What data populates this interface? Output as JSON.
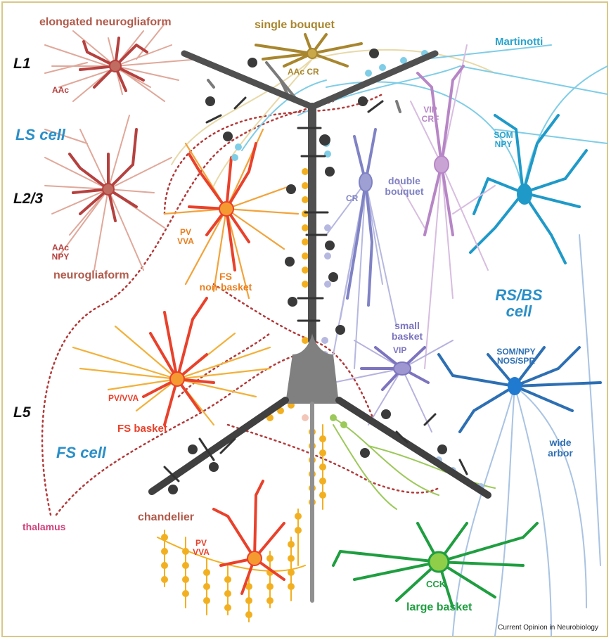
{
  "layers": {
    "l1": "L1",
    "l23": "L2/3",
    "l5": "L5"
  },
  "cell_classes": {
    "ls": "LS cell",
    "fs": "FS cell",
    "rsbs_line1": "RS/BS",
    "rsbs_line2": "cell"
  },
  "labels": {
    "elongated_neurogliaform": "elongated neurogliaform",
    "aac_top": "AAc",
    "single_bouquet": "single bouquet",
    "aac_cr": "AAc CR",
    "martinotti": "Martinotti",
    "vip_crf_1": "VIP",
    "vip_crf_2": "CRF",
    "som_npy_1": "SOM",
    "som_npy_2": "NPY",
    "double_bouquet_1": "double",
    "double_bouquet_2": "bouquet",
    "cr": "CR",
    "pv_vva_1": "PV",
    "pv_vva_2": "VVA",
    "fs_nonbasket_1": "FS",
    "fs_nonbasket_2": "non-basket",
    "aac_npy_1": "AAc",
    "aac_npy_2": "NPY",
    "neurogliaform": "neurogliaform",
    "small_basket_1": "small",
    "small_basket_2": "basket",
    "small_vip": "VIP",
    "som_nos_1": "SOM/NPY",
    "som_nos_2": "NOS/SPR",
    "pv_vva_basket": "PV/VVA",
    "fs_basket": "FS basket",
    "wide_arbor_1": "wide",
    "wide_arbor_2": "arbor",
    "thalamus": "thalamus",
    "chandelier": "chandelier",
    "pv_ch_1": "PV",
    "pv_ch_2": "VVA",
    "cck": "CCK",
    "large_basket": "large basket",
    "credit": "Current Opinion in Neurobiology"
  },
  "colors": {
    "neurogliaform": "#b5413f",
    "neurogliaform_dendrite": "#e0a89a",
    "single_bouquet": "#a8862e",
    "martinotti": "#2aa3cc",
    "vip_crf": "#b786c6",
    "double_bouquet": "#7f82c4",
    "fs_nonbasket": "#e87f20",
    "fs_basket": "#e9412b",
    "small_basket": "#7c74bf",
    "rsbs": "#2d6fb3",
    "chandelier_bouton": "#f2b021",
    "large_basket": "#1f9e40",
    "large_basket_axon": "#9cc95a",
    "pyramidal": "#808080",
    "thalamic_axon": "#b33a3a",
    "fs_cell_label": "#2a8fc8",
    "thalamus_label": "#d0417a"
  }
}
